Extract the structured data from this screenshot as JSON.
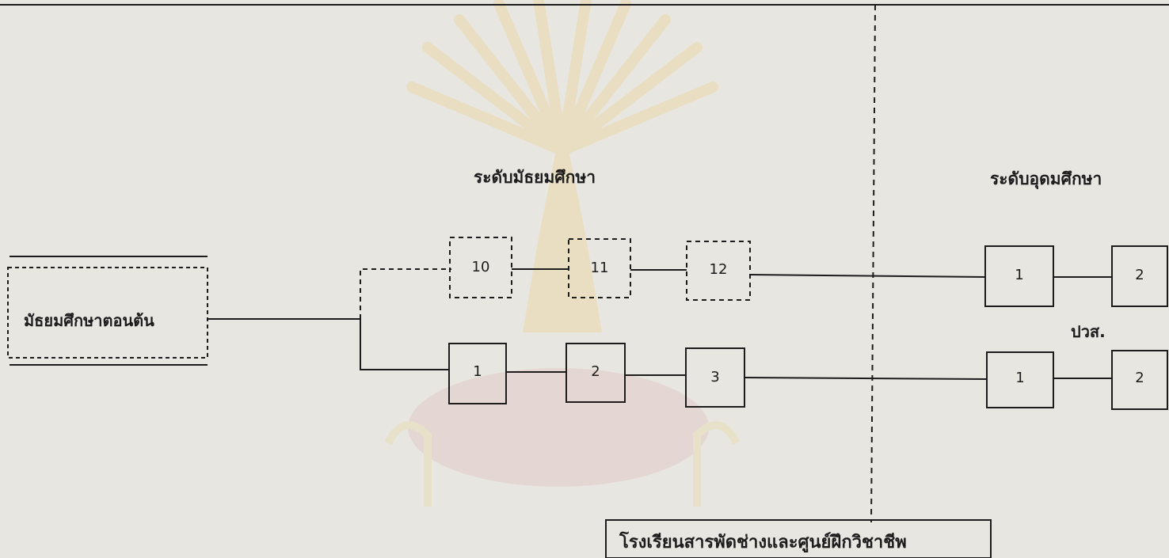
{
  "headings": {
    "secondary": "ระดับมัธยมศึกษา",
    "higher": "ระดับอุดมศึกษา"
  },
  "lower_secondary": {
    "label": "มัธยมศึกษาตอนต้น"
  },
  "academic_track": {
    "nodes": [
      "10",
      "11",
      "12"
    ]
  },
  "vocational_track": {
    "nodes": [
      "1",
      "2",
      "3"
    ]
  },
  "higher_upper": {
    "nodes": [
      "1",
      "2"
    ]
  },
  "higher_lower": {
    "label": "ปวส.",
    "nodes": [
      "1",
      "2"
    ]
  },
  "caption": {
    "label": "โรงเรียนสารพัดช่างและศูนย์ฝึกวิชาชีพ"
  },
  "colors": {
    "paper": "#e8e6e1",
    "ink": "#1c1c1c",
    "watermark_gold": "#f0c55a",
    "watermark_red": "#d9a3a3"
  }
}
